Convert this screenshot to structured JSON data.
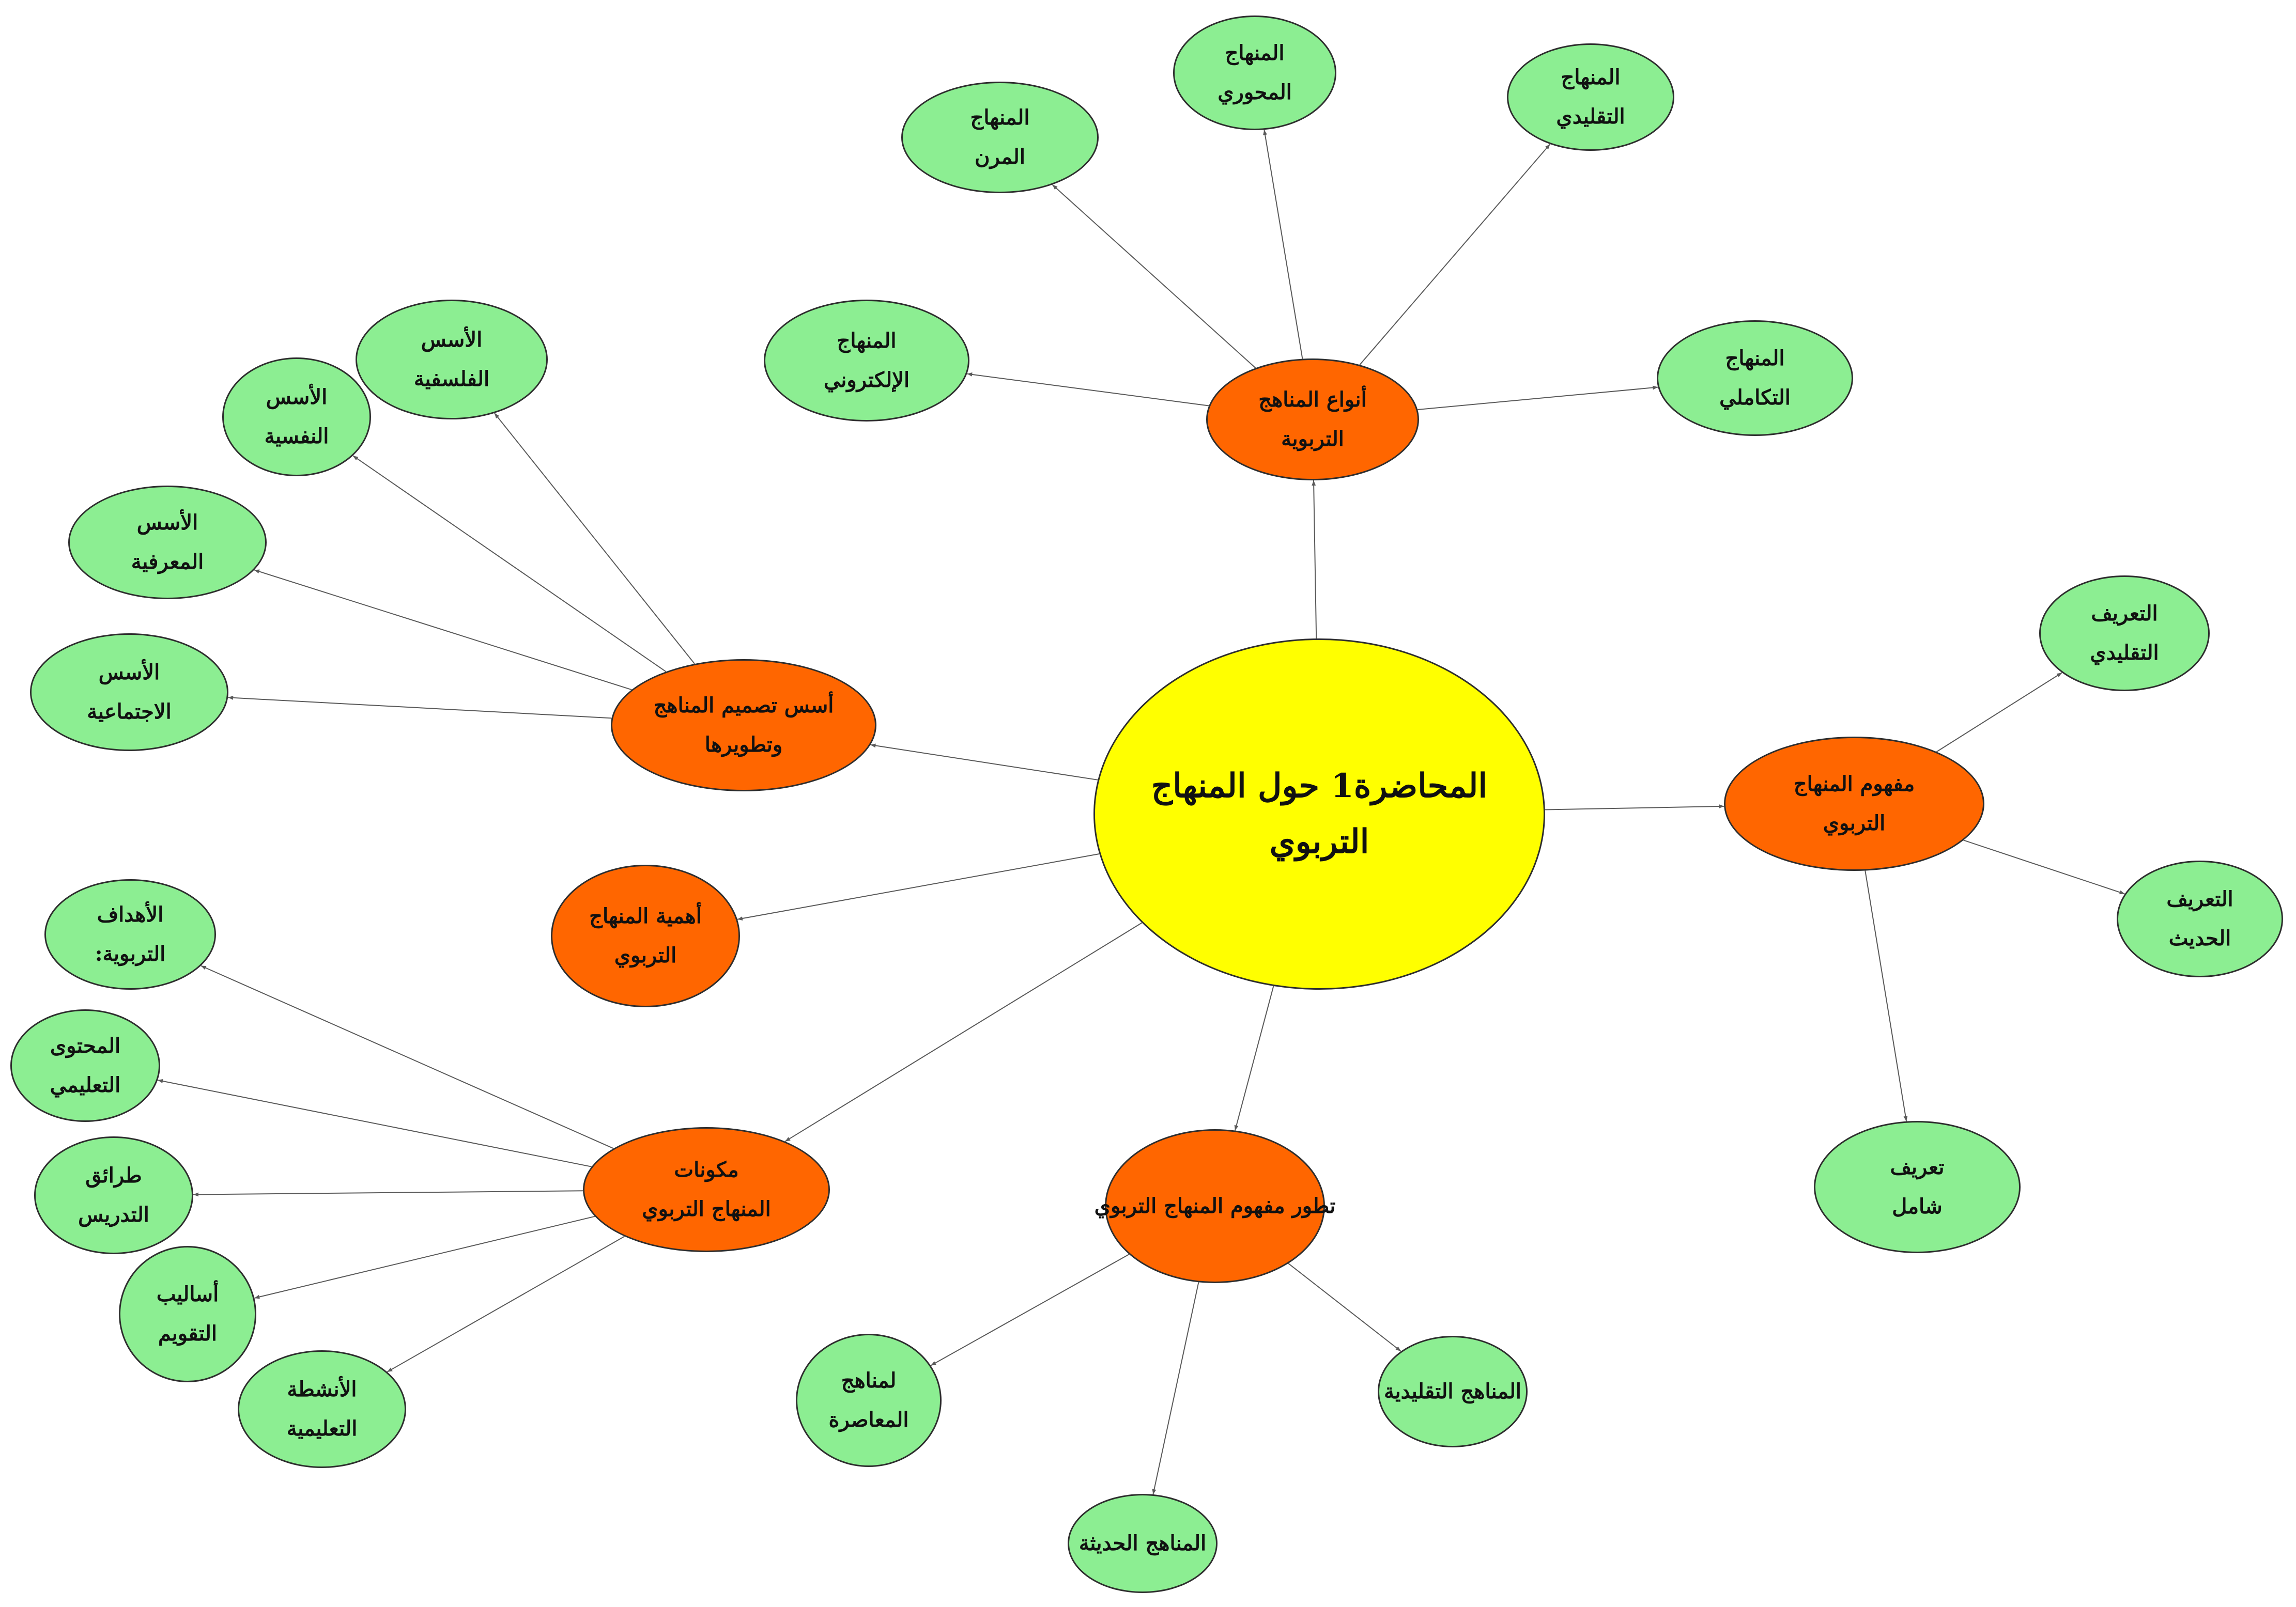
{
  "colors": {
    "root_fill": "#ffff00",
    "topic_fill": "#ff6600",
    "leaf_fill": "#8cee92",
    "outline": "#2e2e2e",
    "connector": "#5a5a5a"
  },
  "root": {
    "lines": [
      "المحاضرة1 حول المنهاج",
      "التربوي"
    ]
  },
  "topics": {
    "types": {
      "lines": [
        "أنواع المناهج",
        "التربوية"
      ]
    },
    "foundations": {
      "lines": [
        "أسس تصميم المناهج",
        "وتطويرها"
      ]
    },
    "importance": {
      "lines": [
        "أهمية المنهاج",
        "التربوي"
      ]
    },
    "concept": {
      "lines": [
        "مفهوم المنهاج",
        "التربوي"
      ]
    },
    "components": {
      "lines": [
        "مكونات",
        "المنهاج التربوي"
      ]
    },
    "evolution": {
      "lines": [
        "تطور مفهوم المنهاج التربوي"
      ]
    }
  },
  "leaves": {
    "flexible": {
      "lines": [
        "المنهاج",
        "المرن"
      ]
    },
    "core": {
      "lines": [
        "المنهاج",
        "المحوري"
      ]
    },
    "traditional_curr": {
      "lines": [
        "المنهاج",
        "التقليدي"
      ]
    },
    "electronic": {
      "lines": [
        "المنهاج",
        "الإلكتروني"
      ]
    },
    "integrative": {
      "lines": [
        "المنهاج",
        "التكاملي"
      ]
    },
    "philosophical": {
      "lines": [
        "الأسس",
        "الفلسفية"
      ]
    },
    "psychological": {
      "lines": [
        "الأسس",
        "النفسية"
      ]
    },
    "epistemic": {
      "lines": [
        "الأسس",
        "المعرفية"
      ]
    },
    "social": {
      "lines": [
        "الأسس",
        "الاجتماعية"
      ]
    },
    "traditional_def": {
      "lines": [
        "التعريف",
        "التقليدي"
      ]
    },
    "modern_def": {
      "lines": [
        "التعريف",
        "الحديث"
      ]
    },
    "comprehensive_def": {
      "lines": [
        "تعريف",
        "شامل"
      ]
    },
    "objectives": {
      "lines": [
        "الأهداف",
        "التربوية:"
      ]
    },
    "content": {
      "lines": [
        "المحتوى",
        "التعليمي"
      ]
    },
    "methods": {
      "lines": [
        "طرائق",
        "التدريس"
      ]
    },
    "assessment": {
      "lines": [
        "أساليب",
        "التقويم"
      ]
    },
    "activities": {
      "lines": [
        "الأنشطة",
        "التعليمية"
      ]
    },
    "contemporary": {
      "lines": [
        "لمناهج",
        "المعاصرة"
      ]
    },
    "traditional_curricula": {
      "lines": [
        "المناهج التقليدية"
      ]
    },
    "modern_curricula": {
      "lines": [
        "المناهج الحديثة"
      ]
    }
  },
  "connections": [
    [
      "root",
      "types"
    ],
    [
      "root",
      "foundations"
    ],
    [
      "root",
      "importance"
    ],
    [
      "root",
      "concept"
    ],
    [
      "root",
      "components"
    ],
    [
      "root",
      "evolution"
    ],
    [
      "types",
      "flexible"
    ],
    [
      "types",
      "core"
    ],
    [
      "types",
      "traditional_curr"
    ],
    [
      "types",
      "electronic"
    ],
    [
      "types",
      "integrative"
    ],
    [
      "foundations",
      "philosophical"
    ],
    [
      "foundations",
      "psychological"
    ],
    [
      "foundations",
      "epistemic"
    ],
    [
      "foundations",
      "social"
    ],
    [
      "concept",
      "traditional_def"
    ],
    [
      "concept",
      "modern_def"
    ],
    [
      "concept",
      "comprehensive_def"
    ],
    [
      "components",
      "objectives"
    ],
    [
      "components",
      "content"
    ],
    [
      "components",
      "methods"
    ],
    [
      "components",
      "assessment"
    ],
    [
      "components",
      "activities"
    ],
    [
      "evolution",
      "contemporary"
    ],
    [
      "evolution",
      "traditional_curricula"
    ],
    [
      "evolution",
      "modern_curricula"
    ]
  ]
}
